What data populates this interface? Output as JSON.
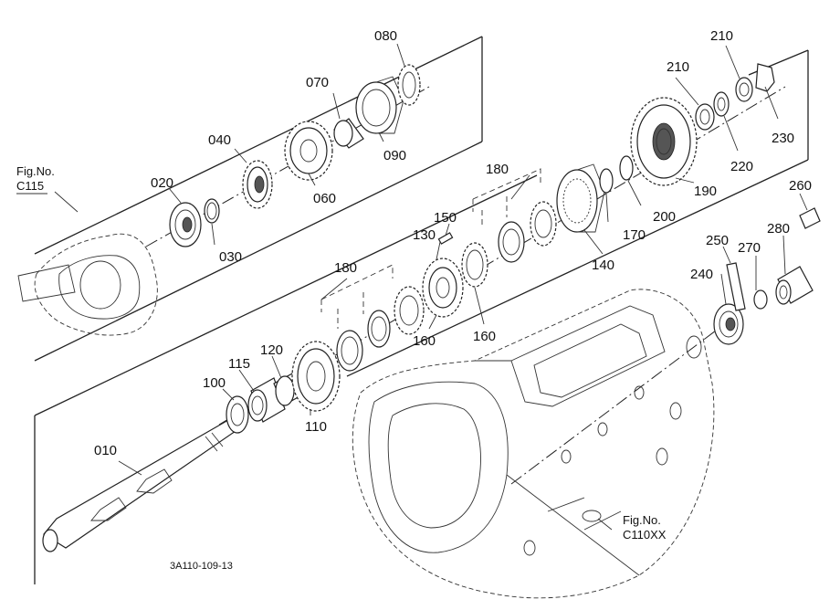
{
  "parts": [
    {
      "id": "010",
      "label": "010"
    },
    {
      "id": "020",
      "label": "020"
    },
    {
      "id": "030",
      "label": "030"
    },
    {
      "id": "040",
      "label": "040"
    },
    {
      "id": "060",
      "label": "060"
    },
    {
      "id": "070",
      "label": "070"
    },
    {
      "id": "080",
      "label": "080"
    },
    {
      "id": "090",
      "label": "090"
    },
    {
      "id": "100",
      "label": "100"
    },
    {
      "id": "110",
      "label": "110"
    },
    {
      "id": "115",
      "label": "115"
    },
    {
      "id": "120",
      "label": "120"
    },
    {
      "id": "130",
      "label": "130"
    },
    {
      "id": "140",
      "label": "140"
    },
    {
      "id": "150",
      "label": "150"
    },
    {
      "id": "160a",
      "label": "160"
    },
    {
      "id": "160b",
      "label": "160"
    },
    {
      "id": "170",
      "label": "170"
    },
    {
      "id": "180a",
      "label": "180"
    },
    {
      "id": "180b",
      "label": "180"
    },
    {
      "id": "190",
      "label": "190"
    },
    {
      "id": "200",
      "label": "200"
    },
    {
      "id": "210a",
      "label": "210"
    },
    {
      "id": "210b",
      "label": "210"
    },
    {
      "id": "220",
      "label": "220"
    },
    {
      "id": "230",
      "label": "230"
    },
    {
      "id": "240",
      "label": "240"
    },
    {
      "id": "250",
      "label": "250"
    },
    {
      "id": "260",
      "label": "260"
    },
    {
      "id": "270",
      "label": "270"
    },
    {
      "id": "280",
      "label": "280"
    }
  ],
  "figure_refs": {
    "left_line1": "Fig.No.",
    "left_line2": "C115",
    "right_line1": "Fig.No.",
    "right_line2": "C110XX"
  },
  "drawing_code": "3A110-109-13"
}
